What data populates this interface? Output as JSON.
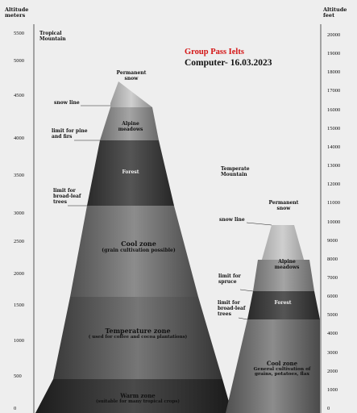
{
  "header": {
    "line1": "Group Pass Ielts",
    "line2": "Computer- 16.03.2023"
  },
  "left_axis": {
    "title_line1": "Altitude",
    "title_line2": "meters",
    "ticks": [
      "5500",
      "5000",
      "4500",
      "4000",
      "3500",
      "3000",
      "2500",
      "2000",
      "1500",
      "1000",
      "500",
      "0"
    ]
  },
  "right_axis": {
    "title_line1": "Altitude",
    "title_line2": "feet",
    "ticks": [
      "20000",
      "19000",
      "18000",
      "17000",
      "16000",
      "15000",
      "14000",
      "13000",
      "12000",
      "11000",
      "10000",
      "9000",
      "8000",
      "7000",
      "6000",
      "5000",
      "4000",
      "3000",
      "2000",
      "1000",
      "0"
    ]
  },
  "tropical": {
    "title_line1": "Tropical",
    "title_line2": "Mountain",
    "permanent_snow_1": "Permanent",
    "permanent_snow_2": "snow",
    "snow_line": "snow line",
    "alpine_1": "Alpine",
    "alpine_2": "meadows",
    "pine_1": "limit for pine",
    "pine_2": "and firs",
    "forest": "Forest",
    "broadleaf_1": "limit for",
    "broadleaf_2": "broad-leaf",
    "broadleaf_3": "trees",
    "cool_1": "Cool zone",
    "cool_2": "(grain cultivation possible)",
    "temperate_1": "Temperature zone",
    "temperate_2": "( used for coffee and cocoa plantations)",
    "warm_1": "Warm zone",
    "warm_2": "(suitable for many tropical crops)"
  },
  "temperate": {
    "title_line1": "Temperate",
    "title_line2": "Mountain",
    "permanent_snow_1": "Permanent",
    "permanent_snow_2": "snow",
    "snow_line": "snow line",
    "alpine_1": "Alpine",
    "alpine_2": "meadows",
    "spruce_1": "limit for",
    "spruce_2": "spruce",
    "forest": "Forest",
    "broadleaf_1": "limit for",
    "broadleaf_2": "broad-leaf",
    "broadleaf_3": "trees",
    "cool_1": "Cool zone",
    "cool_2": "General cultivation of",
    "cool_3": "grains, potatoes, flax"
  },
  "colors": {
    "background": "#eeeeee",
    "header_red": "#d41414",
    "snow": "#bdbdbd",
    "alpine": "#8a8a8a",
    "forest": "#3c3c3c",
    "cool": "#6a6a6a",
    "temperate_zone": "#4a4a4a",
    "warm": "#2c2c2c"
  }
}
